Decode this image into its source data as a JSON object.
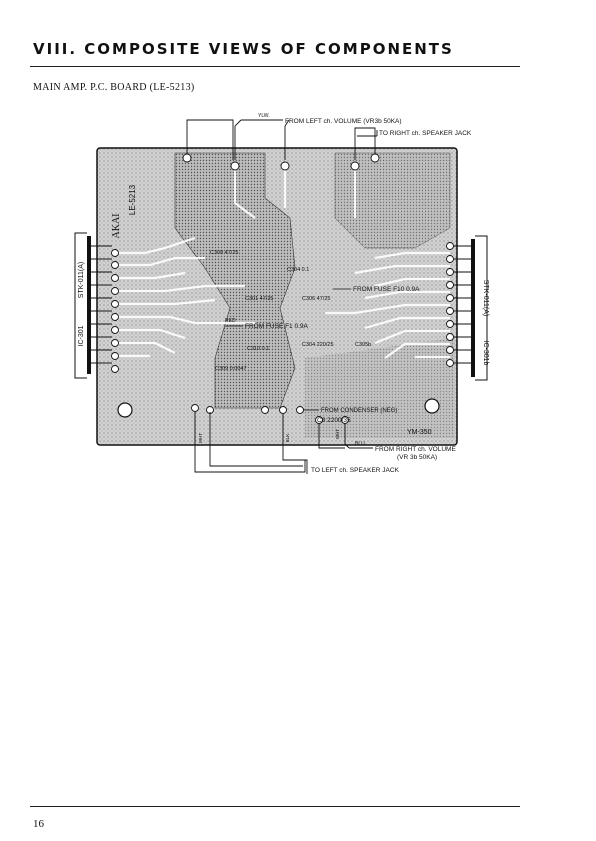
{
  "page": {
    "section_heading": "VIII.  COMPOSITE VIEWS OF COMPONENTS",
    "board_title": "MAIN AMP. P.C. BOARD (LE-5213)",
    "page_number": "16"
  },
  "diagram": {
    "board_marks": [
      "AKAI",
      "LE-5213"
    ],
    "board_code": "YM-350",
    "connections": {
      "from_left_volume": "FROM LEFT ch. VOLUME (VR3b 50KA)",
      "to_right_speaker": "TO RIGHT ch. SPEAKER JACK",
      "from_fuse_f10": "FROM FUSE F10 0.9A",
      "from_fuse_f1": "FROM FUSE F1 0.9A",
      "from_condenser": "FROM CONDENSER (NEG)",
      "c8": "C8  2200/35",
      "from_right_volume": "FROM RIGHT ch. VOLUME",
      "from_right_volume_2": "(VR 3b  50KA)",
      "to_left_speaker": "TO LEFT ch. SPEAKER JACK"
    },
    "wire_colors": {
      "ylw": "YLW.",
      "red": "RED",
      "blu": "BLU.",
      "wht": "WHT",
      "blk": "BLK"
    },
    "ic_left": [
      "STK-011(A)",
      "IC-301"
    ],
    "ic_right": [
      "STK-011(A)",
      "IC-301b"
    ],
    "components": [
      "C304 0.1",
      "C301 47/25",
      "C306 47/25",
      "C310 0.1",
      "C304 220/25",
      "C305b",
      "C308 47/25",
      "C309 0.0047"
    ]
  }
}
